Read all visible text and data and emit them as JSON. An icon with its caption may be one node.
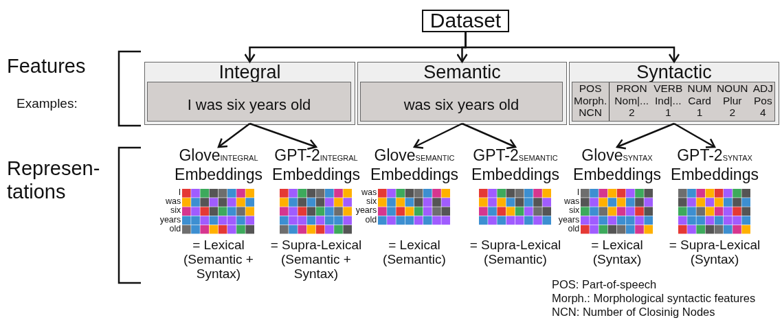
{
  "diagram": {
    "nodes": [
      {
        "text": [
          "Dataset"
        ]
      },
      {
        "text": [
          "Integral"
        ]
      },
      {
        "text": [
          "I was six years old"
        ],
        "in": 1
      },
      {
        "text": [
          "Semantic"
        ]
      },
      {
        "text": [
          "was six years old"
        ],
        "in": 3
      },
      {
        "text": [
          "Syntactic"
        ]
      },
      {
        "text": [
          "POS Morph. NCN",
          "PRON Nom|... 2",
          "VERB Ind|... 1",
          "NUM Card 1",
          "NOUN Plur 2",
          "ADJ Pos 4"
        ],
        "in": 5
      },
      {
        "text": [
          "Glove$_{INTEGRAL}$ Embeddings",
          "I",
          "was",
          "six",
          "years",
          "old",
          "= Lexical (Semantic + Syntax)"
        ]
      },
      {
        "text": [
          "GPT-2$_{INTEGRAL}$ Embeddings",
          "= Supra-Lexical (Semantic + Syntax)"
        ]
      },
      {
        "text": [
          "Glove$_{SEMANTIC}$ Embeddings",
          "was",
          "six",
          "years",
          "old",
          "= Lexical (Semantic)"
        ]
      },
      {
        "text": [
          "GPT-2$_{SEMANTIC}$ Embeddings",
          "= Supra-Lexical (Semantic)"
        ]
      },
      {
        "text": [
          "Glove$_{SYNTAX}$ Embeddings",
          "I",
          "was",
          "six",
          "years",
          "old",
          "= Lexical (Syntax)"
        ]
      },
      {
        "text": [
          "GPT-2$_{SYNTAX}$ Embeddings",
          "= Supra-Lexical (Syntax)"
        ]
      }
    ],
    "edges": [
      {
        "from": 0,
        "to": 1,
        "arrow": "to"
      },
      {
        "from": 0,
        "to": 3,
        "arrow": "to"
      },
      {
        "from": 0,
        "to": 5,
        "arrow": "to"
      },
      {
        "from": 1,
        "to": 7,
        "arrow": "to"
      },
      {
        "from": 1,
        "to": 8,
        "arrow": "to"
      },
      {
        "from": 3,
        "to": 9,
        "arrow": "to"
      },
      {
        "from": 3,
        "to": 10,
        "arrow": "to"
      },
      {
        "from": 5,
        "to": 11,
        "arrow": "to"
      },
      {
        "from": 5,
        "to": 12,
        "arrow": "to"
      }
    ],
    "labels": [
      "Features",
      "Examples:",
      "Represen- tations",
      "POS: Part-of-speech",
      "Morph.: Morphological syntactic features",
      "NCN: Number of Closinig Nodes"
    ]
  }
}
